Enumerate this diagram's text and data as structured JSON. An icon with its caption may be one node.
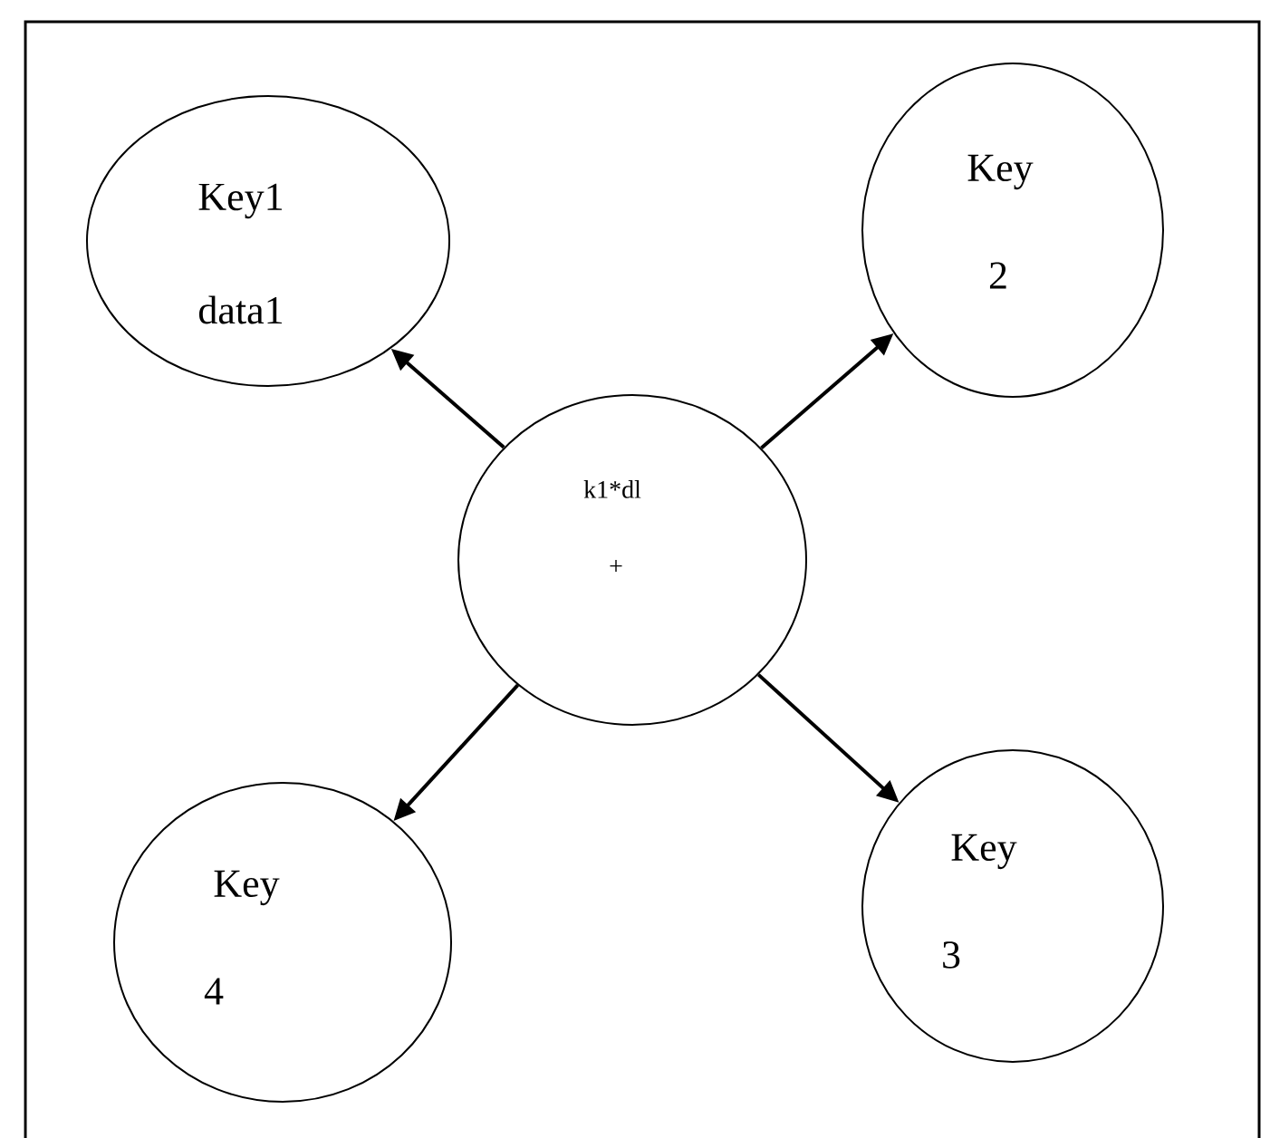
{
  "diagram": {
    "nodes": [
      {
        "text": [
          "Key1",
          "data1"
        ]
      },
      {
        "text": [
          "Key",
          "2"
        ]
      },
      {
        "text": [
          "k1*dl",
          "+"
        ]
      },
      {
        "text": [
          "Key",
          "4"
        ]
      },
      {
        "text": [
          "Key",
          "3"
        ]
      }
    ],
    "edges": [
      {
        "from": 2,
        "to": 0,
        "arrow": "to"
      },
      {
        "from": 2,
        "to": 1,
        "arrow": "to"
      },
      {
        "from": 2,
        "to": 3,
        "arrow": "to"
      },
      {
        "from": 2,
        "to": 4,
        "arrow": "to"
      }
    ]
  }
}
